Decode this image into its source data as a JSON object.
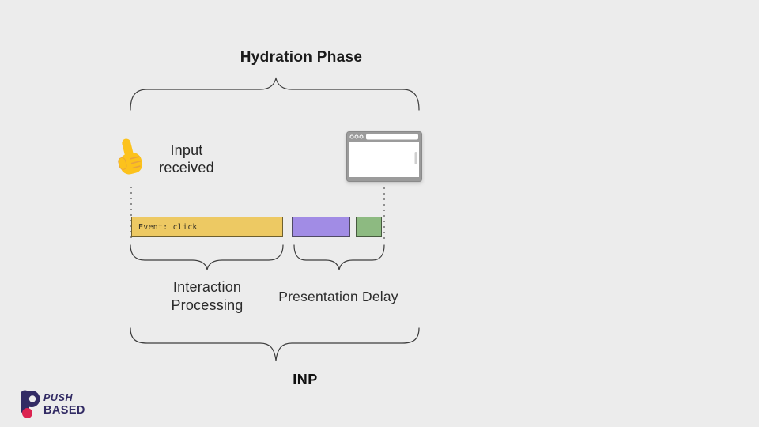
{
  "colors": {
    "background": "#ececec",
    "brace": "#3c3c3c",
    "dotted_line": "#8f8f8f"
  },
  "header": {
    "title": "Hydration Phase"
  },
  "input_event": {
    "icon": "pointing-hand-icon",
    "label_line1": "Input",
    "label_line2": "received"
  },
  "browser_window": {
    "icon": "browser-window-icon"
  },
  "timeline": {
    "event_bar": {
      "label": "Event: click",
      "fill": "#edc963",
      "border": "#6e5f2e",
      "text_color": "#383325"
    },
    "processing_bar": {
      "fill": "#a18ce5",
      "border": "#4f4a63"
    },
    "paint_bar": {
      "fill": "#8dba81",
      "border": "#47593f"
    }
  },
  "annotations": {
    "interaction_line1": "Interaction",
    "interaction_line2": "Processing",
    "presentation_delay": "Presentation Delay",
    "inp": "INP"
  },
  "logo": {
    "word_top": "PUSH",
    "word_bottom": "BASED",
    "navy": "#322b64",
    "red": "#dc2350"
  }
}
